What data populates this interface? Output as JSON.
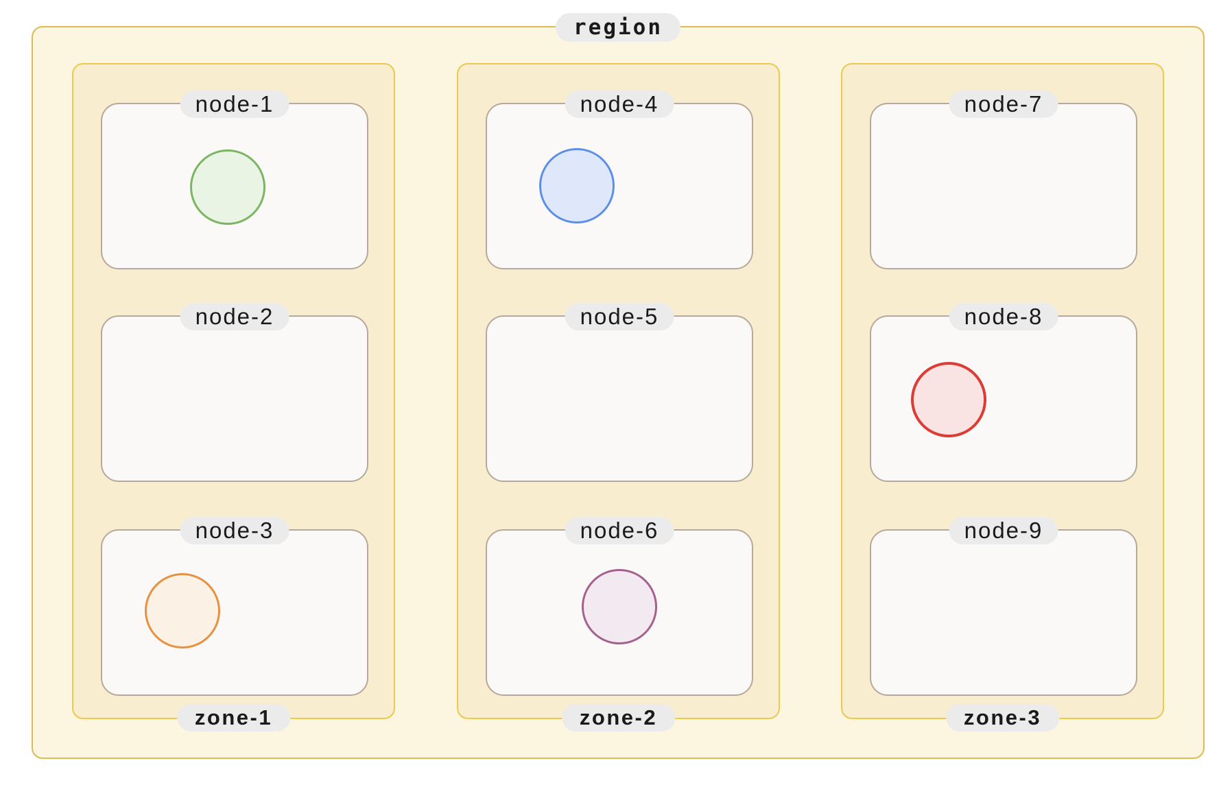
{
  "region": {
    "label": "region",
    "zones": [
      {
        "label": "zone-1",
        "nodes": [
          {
            "label": "node-1",
            "circle": {
              "name": "green-circle",
              "stroke": "#7cb562",
              "fill": "#eaf4e5"
            }
          },
          {
            "label": "node-2"
          },
          {
            "label": "node-3",
            "circle": {
              "name": "orange-circle",
              "stroke": "#e6913f",
              "fill": "#fbf1e4"
            }
          }
        ]
      },
      {
        "label": "zone-2",
        "nodes": [
          {
            "label": "node-4",
            "circle": {
              "name": "blue-circle",
              "stroke": "#5e8fe8",
              "fill": "#dee8fa"
            }
          },
          {
            "label": "node-5"
          },
          {
            "label": "node-6",
            "circle": {
              "name": "plum-circle",
              "stroke": "#a5618d",
              "fill": "#f3e9f1"
            }
          }
        ]
      },
      {
        "label": "zone-3",
        "nodes": [
          {
            "label": "node-7"
          },
          {
            "label": "node-8",
            "circle": {
              "name": "red-circle",
              "stroke": "#db3c34",
              "fill": "#fae4e3"
            }
          },
          {
            "label": "node-9"
          }
        ]
      }
    ]
  },
  "colors": {
    "background": "#ffffff",
    "region_border": "#dcba54",
    "region_fill": "#fcf5df",
    "zone_border": "#ecc84e",
    "zone_fill": "#f8eecf",
    "node_border": "#b6a89a",
    "node_fill": "#faf9f7",
    "label_pill_bg": "#ebebeb",
    "label_text": "#1a1a1a"
  }
}
